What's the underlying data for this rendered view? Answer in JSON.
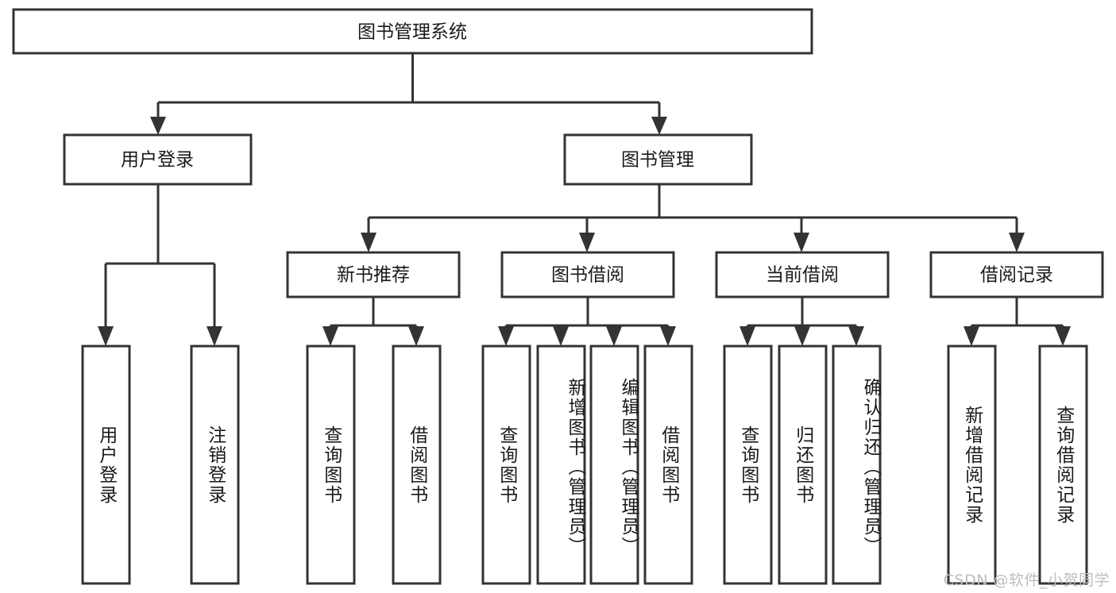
{
  "diagram": {
    "type": "tree",
    "title": "图书管理系统",
    "orientation": "top-down",
    "colors": {
      "box_stroke": "#333333",
      "box_fill": "#ffffff",
      "connector": "#333333",
      "text": "#1a1a1a",
      "background": "#ffffff",
      "watermark": "#bdbdbd"
    },
    "root": {
      "label": "图书管理系统"
    },
    "level2": [
      {
        "label": "用户登录"
      },
      {
        "label": "图书管理"
      }
    ],
    "level3": [
      {
        "label": "新书推荐"
      },
      {
        "label": "图书借阅"
      },
      {
        "label": "当前借阅"
      },
      {
        "label": "借阅记录"
      }
    ],
    "leaves": {
      "user_login": [
        {
          "label": "用户登录"
        },
        {
          "label": "注销登录"
        }
      ],
      "new_book_recommend": [
        {
          "label": "查询图书"
        },
        {
          "label": "借阅图书"
        }
      ],
      "book_borrow": [
        {
          "label": "查询图书"
        },
        {
          "label": "新增图书（管理员）"
        },
        {
          "label": "编辑图书（管理员）"
        },
        {
          "label": "借阅图书"
        }
      ],
      "current_borrow": [
        {
          "label": "查询图书"
        },
        {
          "label": "归还图书"
        },
        {
          "label": "确认归还（管理员）"
        }
      ],
      "borrow_records": [
        {
          "label": "新增借阅记录"
        },
        {
          "label": "查询借阅记录"
        }
      ]
    }
  },
  "watermark": {
    "text": "CSDN @软件_小贺同学"
  }
}
